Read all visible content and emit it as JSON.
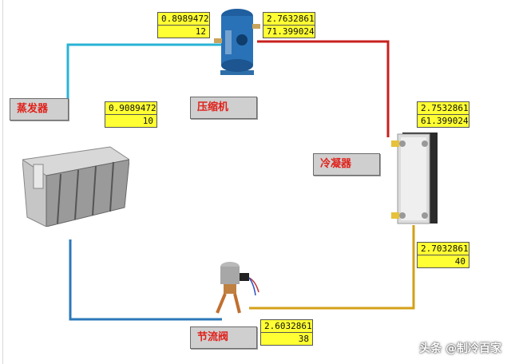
{
  "components": {
    "compressor": {
      "label": "压缩机"
    },
    "condenser": {
      "label": "冷凝器"
    },
    "expansion_valve": {
      "label": "节流阀"
    },
    "evaporator": {
      "label": "蒸发器"
    }
  },
  "readouts": {
    "compressor_suction": {
      "line1": "0.8989472",
      "line2": "12"
    },
    "compressor_discharge": {
      "line1": "2.7632861",
      "line2": "71.399024"
    },
    "evaporator_outlet": {
      "line1": "0.9089472",
      "line2": "10"
    },
    "condenser_inlet": {
      "line1": "2.7532861",
      "line2": "61.399024"
    },
    "condenser_outlet": {
      "line1": "2.7032861",
      "line2": "40"
    },
    "valve_inlet": {
      "line1": "2.6032861",
      "line2": "38"
    }
  },
  "watermark": "头条 @制冷百家",
  "colors": {
    "suction_line": "#29b3d6",
    "discharge_line": "#c8201e",
    "liquid_line": "#d4a017",
    "evap_return_line": "#2b78b8",
    "label_text": "#e0201a",
    "readout_bg": "#ffff33"
  }
}
